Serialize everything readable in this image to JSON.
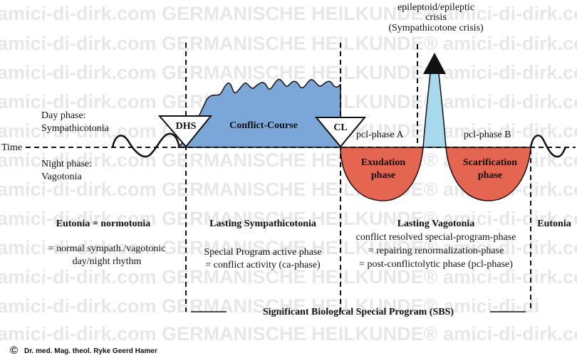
{
  "watermark": {
    "line_a": "amici-di-dirk.com GERMANISCHE HEILKUNDE® amici-di-dirk.com",
    "line_b": "amici-di-dirk.com GERMANISCHE HEILKUNDE® amici-di-di"
  },
  "labels": {
    "crisis_line1": "epileptoid/epileptic",
    "crisis_line2": "crisis",
    "crisis_line3": "(Sympathicotone crisis)",
    "day_phase_line1": "Day phase:",
    "day_phase_line2": "Sympathicotonia",
    "time": "Time",
    "night_phase_line1": "Night phase:",
    "night_phase_line2": "Vagotonia",
    "dhs": "DHS",
    "conflict_course": "Conflict-Course",
    "cl": "CL",
    "pcl_a": "pcl-phase A",
    "pcl_b": "pcl-phase B",
    "exudation_line1": "Exudation",
    "exudation_line2": "phase",
    "scarification_line1": "Scarification",
    "scarification_line2": "phase",
    "eutonia_title": "Eutonia = normotonia",
    "eutonia_desc1": "= normal sympath./vagotonic",
    "eutonia_desc2": "day/night rhythm",
    "lasting_symp": "Lasting Sympathicotonia",
    "symp_desc1": "Special Program active phase",
    "symp_desc2": "= conflict activity (ca-phase)",
    "lasting_vago": "Lasting Vagotonia",
    "vago_desc1": "conflict resolved special-program-phase",
    "vago_desc2": "= repairing renormalization-phase",
    "vago_desc3": "= post-conflictolytic phase (pcl-phase)",
    "eutonia_right": "Eutonia",
    "sbs": "Significant Biological Special Program (SBS)",
    "copyright_symbol": "©",
    "copyright": "Dr. med. Mag. theol. Ryke Geerd Hamer"
  },
  "colors": {
    "conflict_fill": "#7ba7d8",
    "crisis_fill": "#a6d9ec",
    "healing_fill": "#e46650",
    "watermark": "#e7e7e7",
    "line": "#111111"
  }
}
